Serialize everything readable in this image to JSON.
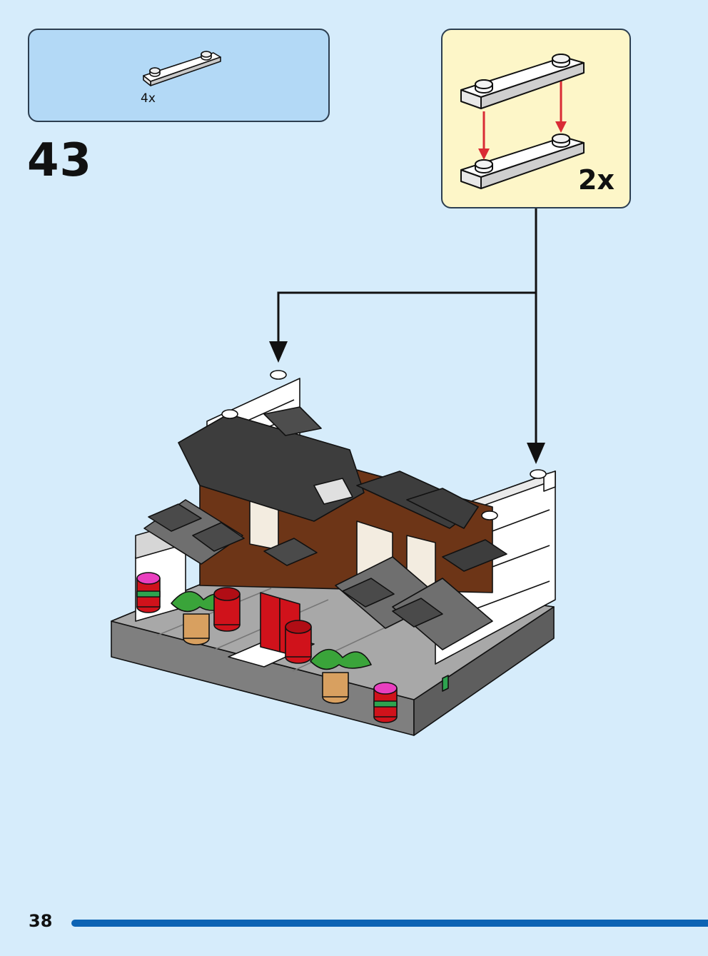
{
  "parts_list": {
    "items": [
      {
        "part": "plate-1x4-white-icon",
        "quantity": "4x"
      }
    ]
  },
  "step": {
    "number": "43"
  },
  "subassembly": {
    "quantity": "2x",
    "icon": "plate-stack-icon"
  },
  "footer": {
    "page_number": "38"
  },
  "colors": {
    "background": "#d6ecfb",
    "parts_box": "#b3d9f6",
    "subassembly_box": "#fdf6c8",
    "arrow_red": "#d92b35",
    "footer_bar": "#0c63b4"
  }
}
